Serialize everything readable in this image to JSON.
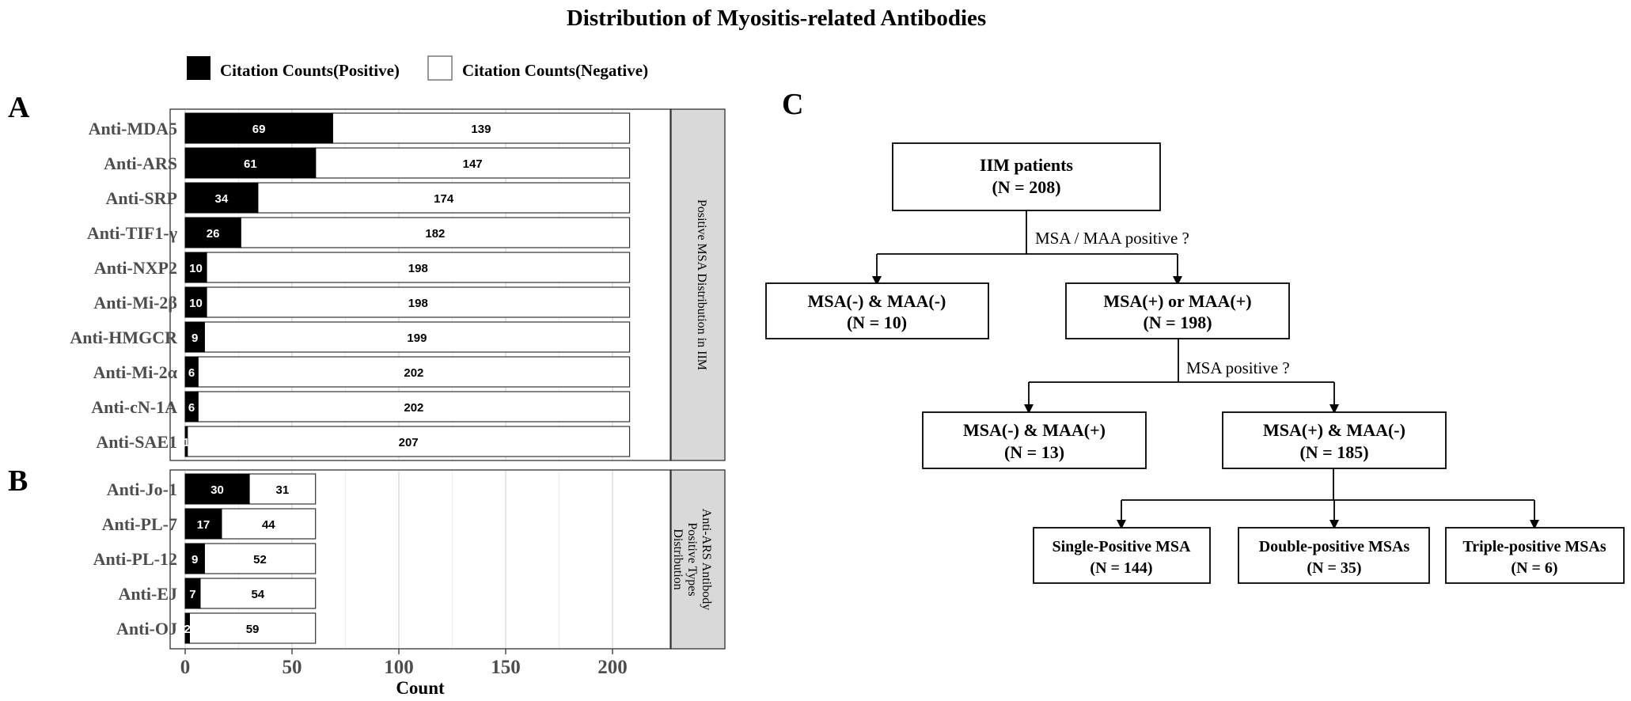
{
  "title": "Distribution of Myositis-related Antibodies",
  "legend": {
    "positive": "Citation Counts(Positive)",
    "negative": "Citation Counts(Negative)",
    "placement": "top"
  },
  "colors": {
    "positive": "#000000",
    "negative": "#ffffff",
    "strip": "#d9d9d9"
  },
  "panel_letters": {
    "a": "A",
    "b": "B",
    "c": "C"
  },
  "chart_data": [
    {
      "type": "bar",
      "orientation": "horizontal",
      "stacked": true,
      "panel": "A",
      "strip_label": "Positive MSA Distribution in IIM",
      "categories": [
        "Anti-MDA5",
        "Anti-ARS",
        "Anti-SRP",
        "Anti-TIF1-γ",
        "Anti-NXP2",
        "Anti-Mi-2β",
        "Anti-HMGCR",
        "Anti-Mi-2α",
        "Anti-cN-1A",
        "Anti-SAE1"
      ],
      "series": [
        {
          "name": "Citation Counts(Positive)",
          "values": [
            69,
            61,
            34,
            26,
            10,
            10,
            9,
            6,
            6,
            1
          ]
        },
        {
          "name": "Citation Counts(Negative)",
          "values": [
            139,
            147,
            174,
            182,
            198,
            198,
            199,
            202,
            202,
            207
          ]
        }
      ],
      "xlim": [
        0,
        220
      ]
    },
    {
      "type": "bar",
      "orientation": "horizontal",
      "stacked": true,
      "panel": "B",
      "strip_label": [
        "Anti-ARS Antibody",
        "Positive Types",
        "Distribution"
      ],
      "categories": [
        "Anti-Jo-1",
        "Anti-PL-7",
        "Anti-PL-12",
        "Anti-EJ",
        "Anti-OJ"
      ],
      "series": [
        {
          "name": "Citation Counts(Positive)",
          "values": [
            30,
            17,
            9,
            7,
            2
          ]
        },
        {
          "name": "Citation Counts(Negative)",
          "values": [
            31,
            44,
            52,
            54,
            59
          ]
        }
      ],
      "xlim": [
        0,
        220
      ],
      "xticks": [
        0,
        50,
        100,
        150,
        200
      ],
      "xlabel": "Count",
      "grid": true
    }
  ],
  "flowchart": {
    "nodes": {
      "root": [
        "IIM patients",
        "(N = 208)"
      ],
      "neg": [
        "MSA(-) & MAA(-)",
        "(N = 10)"
      ],
      "pos": [
        "MSA(+) or MAA(+)",
        "(N = 198)"
      ],
      "maa": [
        "MSA(-) & MAA(+)",
        "(N = 13)"
      ],
      "msa": [
        "MSA(+) & MAA(-)",
        "(N = 185)"
      ],
      "single": [
        "Single-Positive MSA",
        "(N = 144)"
      ],
      "double": [
        "Double-positive MSAs",
        "(N = 35)"
      ],
      "triple": [
        "Triple-positive MSAs",
        "(N = 6)"
      ]
    },
    "questions": {
      "q1": "MSA / MAA positive ?",
      "q2": "MSA  positive ?"
    }
  }
}
